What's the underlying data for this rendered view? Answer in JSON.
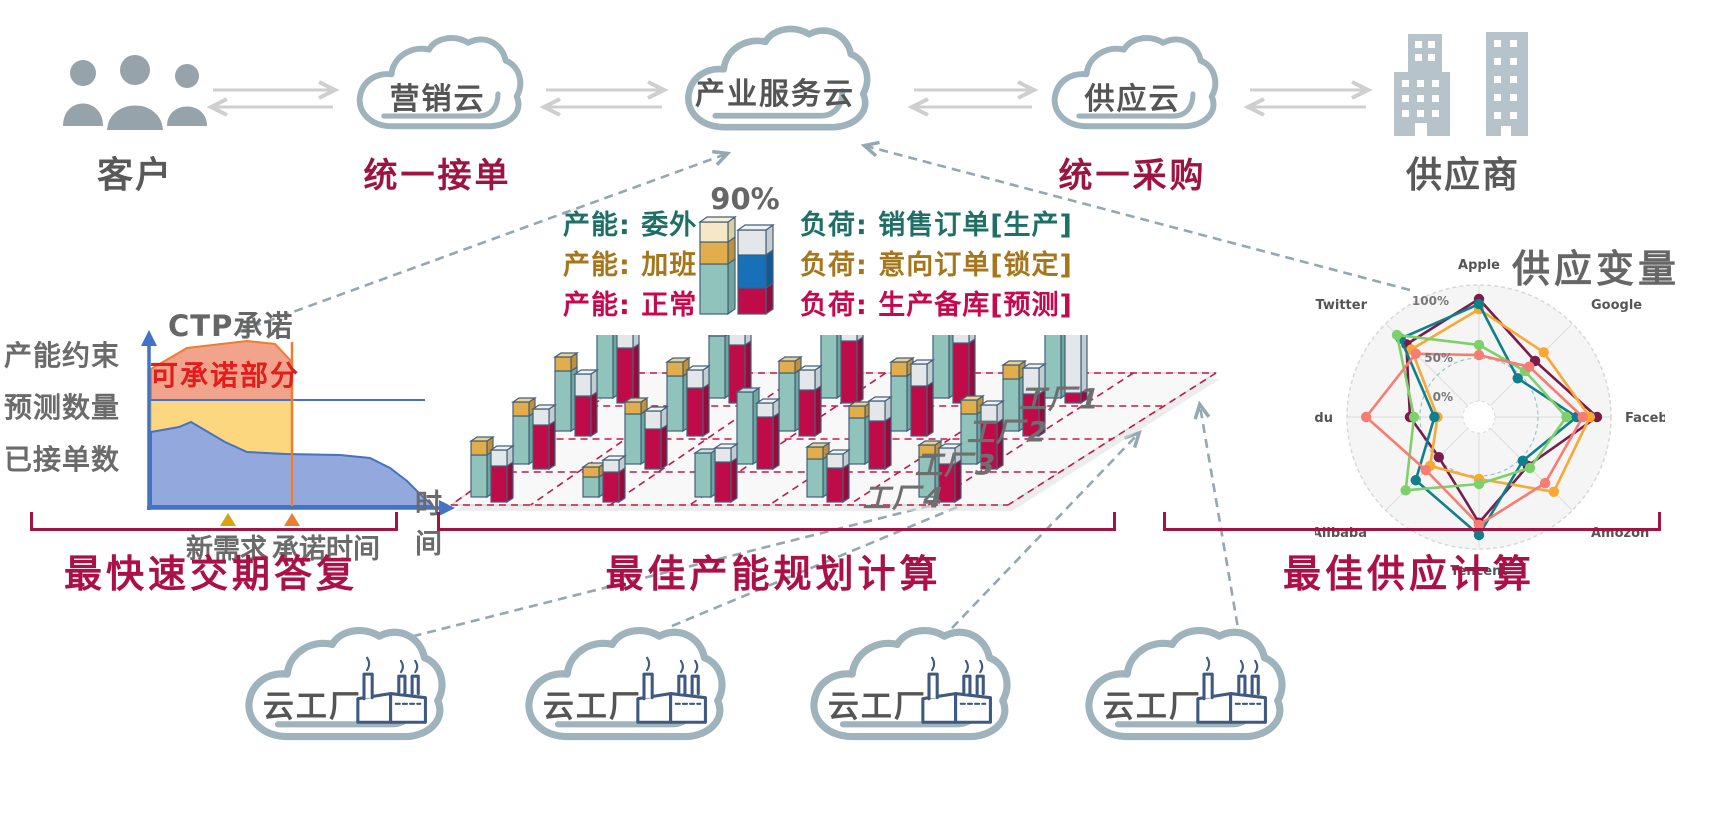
{
  "colors": {
    "accent_red": "#ab1147",
    "cloud_stroke": "#9fb3bc",
    "dashed_arrow": "#92a8b2",
    "gray_arrow": "#cfcfcf",
    "plane_dash": "#c2184a",
    "teal_text": "#1f6f66",
    "brown_text": "#a6761d",
    "crimson_text": "#c4094e"
  },
  "top_row": {
    "customer_label": "客户",
    "marketing_cloud": "营销云",
    "service_cloud": "产业服务云",
    "supply_cloud": "供应云",
    "supplier_label": "供应商",
    "unified_order_label": "统一接单",
    "unified_purchase_label": "统一采购"
  },
  "legend": {
    "percent_label": "90%",
    "capacity_items": [
      {
        "label": "产能: 委外",
        "color": "#1f6f66"
      },
      {
        "label": "产能: 加班",
        "color": "#a6761d"
      },
      {
        "label": "产能: 正常",
        "color": "#c4094e"
      }
    ],
    "load_items": [
      {
        "label": "负荷: 销售订单[生产]",
        "color": "#1f6f66"
      },
      {
        "label": "负荷: 意向订单[锁定]",
        "color": "#a6761d"
      },
      {
        "label": "负荷: 生产备库[预测]",
        "color": "#c4094e"
      }
    ]
  },
  "sections": {
    "left": "最快速交期答复",
    "center": "最佳产能规划计算",
    "right": "最佳供应计算"
  },
  "bottom_clouds": {
    "label": "云工厂",
    "count": 4
  },
  "chart_data": [
    {
      "id": "ctp",
      "type": "area",
      "title": "CTP承诺",
      "annotation": "可承诺部分",
      "y_axis_labels": [
        "产能约束",
        "预测数量",
        "已接单数"
      ],
      "x_axis_label": "时间",
      "x_axis_label_stacked": [
        "时",
        "间"
      ],
      "markers": [
        {
          "label": "新需求",
          "color": "#d6a411",
          "x": 95
        },
        {
          "label": "承诺时间",
          "color": "#ed7d31",
          "x": 159
        }
      ],
      "areas": [
        {
          "name": "产能约束",
          "fill": "#f2a38b",
          "stroke": "#ed7d31",
          "points": [
            [
              18,
              78
            ],
            [
              18,
              47
            ],
            [
              54,
              26
            ],
            [
              114,
              19
            ],
            [
              142,
              22
            ],
            [
              159,
              40
            ],
            [
              159,
              78
            ]
          ]
        },
        {
          "name": "预测数量",
          "fill": "#fdd77f",
          "stroke": "#e6b84c",
          "points": [
            [
              18,
              78
            ],
            [
              159,
              78
            ],
            [
              159,
              132
            ],
            [
              152,
              132
            ],
            [
              114,
              130
            ],
            [
              92,
              120
            ],
            [
              58,
              100
            ],
            [
              46,
              105
            ],
            [
              18,
              110
            ]
          ]
        },
        {
          "name": "已接单数",
          "fill": "#93a9de",
          "stroke": "#4472c4",
          "points": [
            [
              18,
              110
            ],
            [
              46,
              105
            ],
            [
              58,
              100
            ],
            [
              92,
              120
            ],
            [
              114,
              130
            ],
            [
              152,
              132
            ],
            [
              207,
              133
            ],
            [
              237,
              136
            ],
            [
              257,
              146
            ],
            [
              274,
              159
            ],
            [
              287,
              172
            ],
            [
              299,
              183
            ],
            [
              299,
              184
            ],
            [
              18,
              184
            ]
          ]
        }
      ],
      "forecast_line_y": 78,
      "commit_line_x": 159
    },
    {
      "id": "capacity_grid",
      "type": "3d-bar-grid",
      "factories": [
        "工厂1",
        "工厂2",
        "工厂3",
        "工厂4"
      ],
      "pairs_per_row": 5,
      "bars": [
        [
          {
            "capacity": [
              88,
              0
            ],
            "load": [
              55,
              28
            ]
          },
          {
            "capacity": [
              62,
              16
            ],
            "load": [
              58,
              20
            ]
          },
          {
            "capacity": [
              70,
              16
            ],
            "load": [
              62,
              18
            ]
          },
          {
            "capacity": [
              72,
              16
            ],
            "load": [
              60,
              20
            ]
          },
          {
            "capacity": [
              66,
              16
            ],
            "load": [
              10,
              78
            ]
          }
        ],
        [
          {
            "capacity": [
              60,
              14
            ],
            "load": [
              40,
              22
            ]
          },
          {
            "capacity": [
              55,
              14
            ],
            "load": [
              48,
              18
            ]
          },
          {
            "capacity": [
              58,
              12
            ],
            "load": [
              46,
              20
            ]
          },
          {
            "capacity": [
              55,
              14
            ],
            "load": [
              50,
              22
            ]
          },
          {
            "capacity": [
              52,
              14
            ],
            "load": [
              42,
              26
            ]
          }
        ],
        [
          {
            "capacity": [
              48,
              14
            ],
            "load": [
              44,
              16
            ]
          },
          {
            "capacity": [
              50,
              12
            ],
            "load": [
              40,
              18
            ]
          },
          {
            "capacity": [
              72,
              0
            ],
            "load": [
              52,
              14
            ]
          },
          {
            "capacity": [
              46,
              12
            ],
            "load": [
              48,
              20
            ]
          },
          {
            "capacity": [
              50,
              14
            ],
            "load": [
              46,
              18
            ]
          }
        ],
        [
          {
            "capacity": [
              42,
              14
            ],
            "load": [
              36,
              16
            ]
          },
          {
            "capacity": [
              20,
              10
            ],
            "load": [
              30,
              12
            ]
          },
          {
            "capacity": [
              44,
              0
            ],
            "load": [
              40,
              14
            ]
          },
          {
            "capacity": [
              38,
              12
            ],
            "load": [
              34,
              14
            ]
          },
          {
            "capacity": [
              40,
              12
            ],
            "load": [
              38,
              16
            ]
          }
        ]
      ],
      "legend_bar_capacity": [
        50,
        22,
        20
      ],
      "legend_bar_load": [
        26,
        33,
        25
      ]
    },
    {
      "id": "supply_radar",
      "type": "radar",
      "title": "供应变量",
      "axes": [
        "Apple",
        "Google",
        "Facebook",
        "Amozon",
        "Tencent",
        "Alibaba",
        "Baidu",
        "Twitter"
      ],
      "ring_labels": [
        "100%",
        "50%",
        "0%"
      ],
      "series": [
        {
          "name": "series-purple",
          "color": "#7a1c4b",
          "values": [
            100,
            62,
            100,
            52,
            88,
            40,
            52,
            85
          ]
        },
        {
          "name": "series-orange",
          "color": "#f8a833",
          "values": [
            90,
            74,
            93,
            88,
            45,
            52,
            25,
            78
          ]
        },
        {
          "name": "series-teal",
          "color": "#0f7f8b",
          "values": [
            95,
            38,
            80,
            45,
            100,
            72,
            28,
            93
          ]
        },
        {
          "name": "series-green",
          "color": "#7ed06a",
          "values": [
            55,
            48,
            70,
            55,
            50,
            86,
            48,
            98
          ]
        },
        {
          "name": "series-salmon",
          "color": "#f97c72",
          "values": [
            45,
            54,
            86,
            76,
            90,
            58,
            95,
            72
          ]
        }
      ]
    }
  ]
}
